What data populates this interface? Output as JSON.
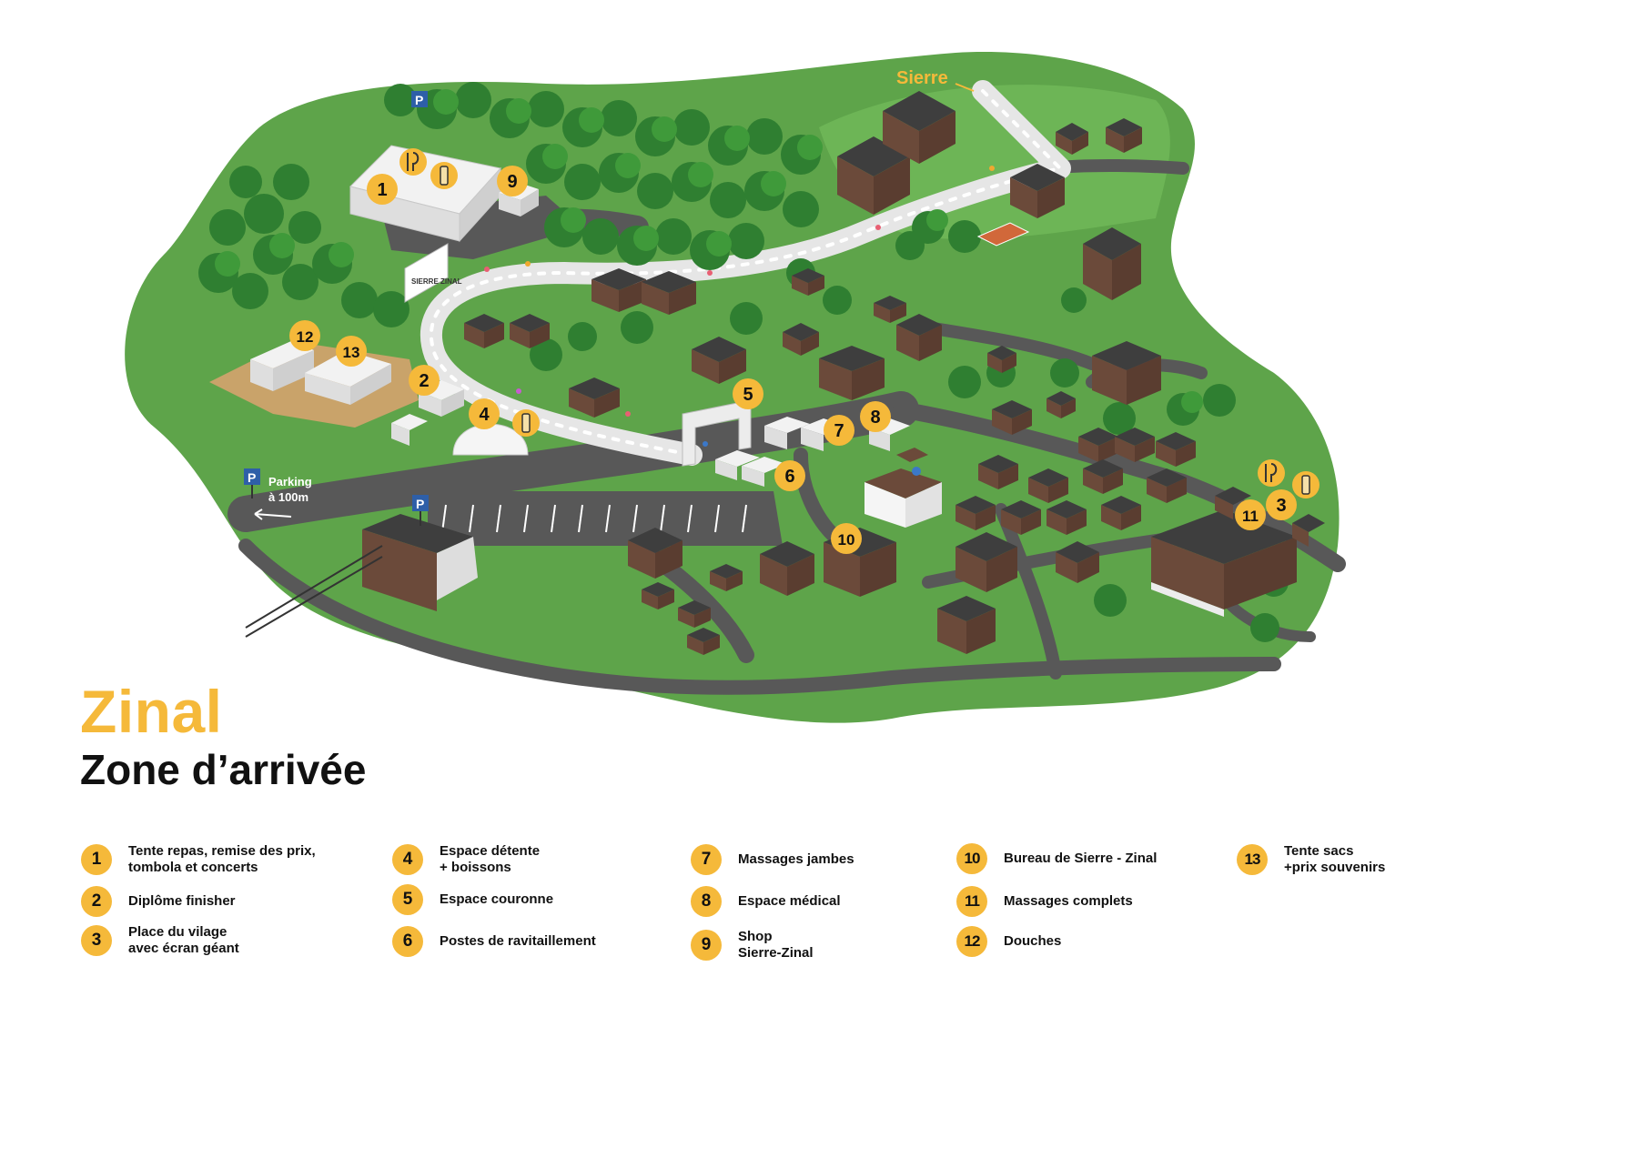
{
  "title": "Zinal",
  "subtitle": "Zone d’arrivée",
  "map": {
    "direction_label": "Sierre",
    "parking_label_line1": "Parking",
    "parking_label_line2": "à 100m",
    "parking_sign": "P",
    "banner_text": "SIERRE ZINAL"
  },
  "legend": [
    {
      "num": "1",
      "label": "Tente repas, remise des prix,\ntombola et concerts"
    },
    {
      "num": "2",
      "label": "Diplôme finisher"
    },
    {
      "num": "3",
      "label": "Place du vilage\navec écran géant"
    },
    {
      "num": "4",
      "label": "Espace détente\n+ boissons"
    },
    {
      "num": "5",
      "label": "Espace couronne"
    },
    {
      "num": "6",
      "label": "Postes de ravitaillement"
    },
    {
      "num": "7",
      "label": "Massages jambes"
    },
    {
      "num": "8",
      "label": "Espace médical"
    },
    {
      "num": "9",
      "label": "Shop\nSierre-Zinal"
    },
    {
      "num": "10",
      "label": "Bureau de Sierre - Zinal"
    },
    {
      "num": "11",
      "label": "Massages complets"
    },
    {
      "num": "12",
      "label": "Douches"
    },
    {
      "num": "13",
      "label": "Tente sacs\n+prix souvenirs"
    }
  ],
  "colors": {
    "accent": "#f5b93a",
    "grass": "#5ea44a",
    "road": "#585858",
    "chalet": "#6b4a3a",
    "roof": "#3e3e3e",
    "tree": "#3f9a3a"
  }
}
